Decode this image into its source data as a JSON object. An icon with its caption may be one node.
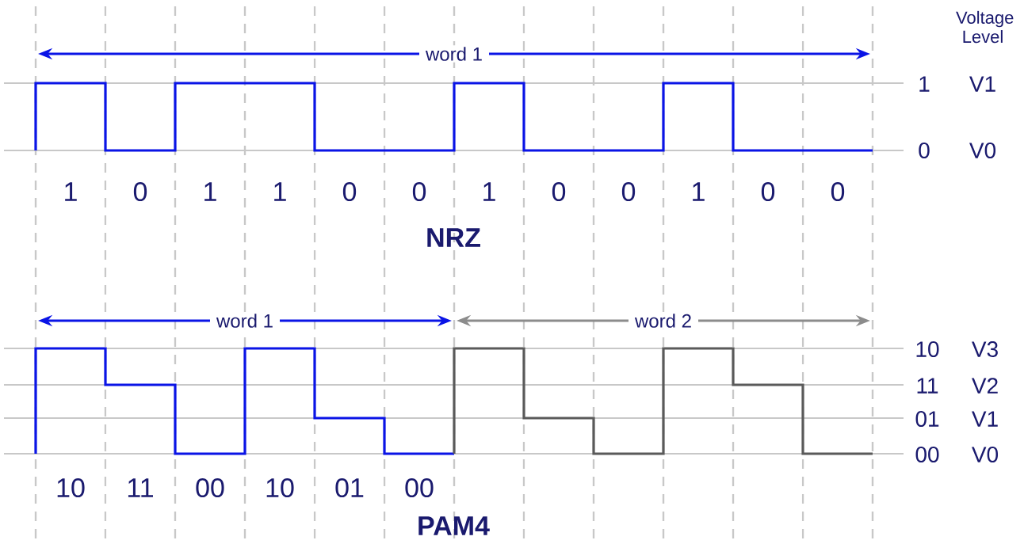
{
  "diagram": {
    "labels": [
      "Voltage Level",
      "word 1",
      "1",
      "V1",
      "0",
      "V0",
      "1",
      "0",
      "1",
      "1",
      "0",
      "0",
      "1",
      "0",
      "0",
      "1",
      "0",
      "0",
      "NRZ",
      "word 1",
      "word 2",
      "10",
      "V3",
      "11",
      "V2",
      "01",
      "V1",
      "00",
      "V0",
      "10",
      "11",
      "00",
      "10",
      "01",
      "00",
      "PAM4"
    ]
  }
}
